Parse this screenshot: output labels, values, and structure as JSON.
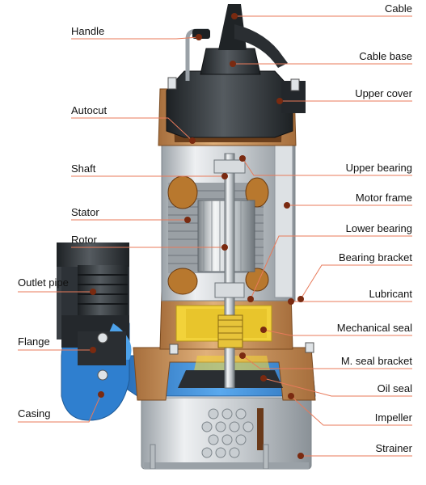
{
  "labels_left": [
    {
      "id": "handle",
      "text": "Handle"
    },
    {
      "id": "autocut",
      "text": "Autocut"
    },
    {
      "id": "shaft",
      "text": "Shaft"
    },
    {
      "id": "stator",
      "text": "Stator"
    },
    {
      "id": "rotor",
      "text": "Rotor"
    },
    {
      "id": "outlet_pipe",
      "text": "Outlet pipe"
    },
    {
      "id": "flange",
      "text": "Flange"
    },
    {
      "id": "casing",
      "text": "Casing"
    }
  ],
  "labels_right": [
    {
      "id": "cable",
      "text": "Cable"
    },
    {
      "id": "cable_base",
      "text": "Cable base"
    },
    {
      "id": "upper_cover",
      "text": "Upper cover"
    },
    {
      "id": "upper_bearing",
      "text": "Upper bearing"
    },
    {
      "id": "motor_frame",
      "text": "Motor frame"
    },
    {
      "id": "lower_bearing",
      "text": "Lower bearing"
    },
    {
      "id": "bearing_bracket",
      "text": "Bearing bracket"
    },
    {
      "id": "lubricant",
      "text": "Lubricant"
    },
    {
      "id": "mechanical_seal",
      "text": "Mechanical seal"
    },
    {
      "id": "m_seal_bracket",
      "text": "M. seal bracket"
    },
    {
      "id": "oil_seal",
      "text": "Oil seal"
    },
    {
      "id": "impeller",
      "text": "Impeller"
    },
    {
      "id": "strainer",
      "text": "Strainer"
    }
  ],
  "colors": {
    "leader": "#e87a5a",
    "dot": "#7a2a10",
    "bronze": "#c8905a",
    "bronze_dark": "#8a5a30",
    "steel": "#cfd3d6",
    "steel_dark": "#8e959b",
    "black_part": "#2b2f33",
    "water_blue": "#3f8fd8",
    "lubricant_yellow": "#f2d23a",
    "copper": "#b8782e"
  }
}
